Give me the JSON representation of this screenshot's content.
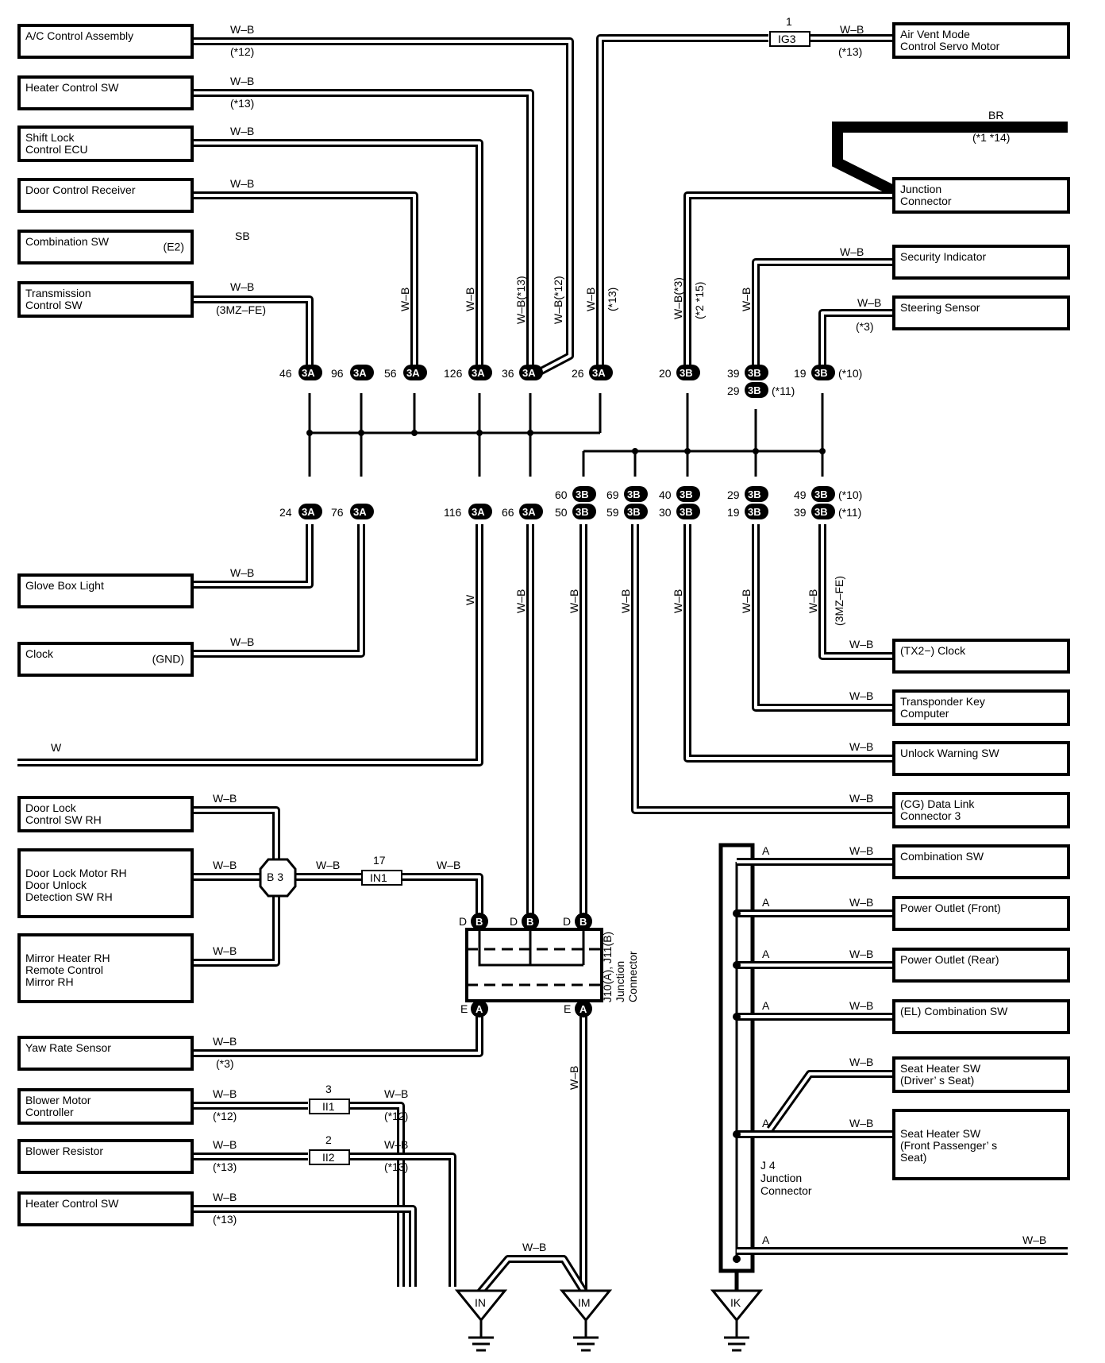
{
  "components_left": [
    {
      "id": "ac",
      "lines": [
        "A/C Control Assembly"
      ],
      "note": ""
    },
    {
      "id": "heater1",
      "lines": [
        "Heater Control SW"
      ],
      "note": ""
    },
    {
      "id": "shift",
      "lines": [
        "Shift Lock",
        "Control ECU"
      ],
      "note": ""
    },
    {
      "id": "door_rcv",
      "lines": [
        "Door Control Receiver"
      ],
      "note": ""
    },
    {
      "id": "comb_sw",
      "lines": [
        "Combination SW"
      ],
      "note": "(E2)"
    },
    {
      "id": "trans",
      "lines": [
        "Transmission",
        "Control SW"
      ],
      "note": ""
    },
    {
      "id": "glove",
      "lines": [
        "Glove Box Light"
      ],
      "note": ""
    },
    {
      "id": "clock_l",
      "lines": [
        "Clock"
      ],
      "note": "(GND)"
    },
    {
      "id": "dl_sw",
      "lines": [
        "Door Lock",
        "Control SW RH"
      ],
      "note": ""
    },
    {
      "id": "dl_motor",
      "lines": [
        "Door Lock Motor RH",
        "Door Unlock",
        "Detection SW RH"
      ],
      "note": ""
    },
    {
      "id": "mirror",
      "lines": [
        "Mirror Heater RH",
        "Remote Control",
        "Mirror RH"
      ],
      "note": ""
    },
    {
      "id": "yaw",
      "lines": [
        "Yaw Rate Sensor"
      ],
      "note": ""
    },
    {
      "id": "blower_mc",
      "lines": [
        "Blower Motor",
        "Controller"
      ],
      "note": ""
    },
    {
      "id": "blower_res",
      "lines": [
        "Blower Resistor"
      ],
      "note": ""
    },
    {
      "id": "heater2",
      "lines": [
        "Heater Control SW"
      ],
      "note": ""
    }
  ],
  "components_right": [
    {
      "id": "airvent",
      "lines": [
        "Air Vent Mode",
        "Control Servo Motor"
      ]
    },
    {
      "id": "jconn",
      "lines": [
        "Junction",
        "Connector"
      ]
    },
    {
      "id": "security",
      "lines": [
        "Security Indicator"
      ]
    },
    {
      "id": "steering",
      "lines": [
        "Steering Sensor"
      ]
    },
    {
      "id": "clock_r",
      "lines": [
        "(TX2−)          Clock"
      ]
    },
    {
      "id": "transponder",
      "lines": [
        "Transponder Key",
        "Computer"
      ]
    },
    {
      "id": "unlock",
      "lines": [
        "Unlock Warning SW"
      ]
    },
    {
      "id": "dlc",
      "lines": [
        "(CG)               Data Link",
        "                       Connector 3"
      ]
    },
    {
      "id": "comb_r",
      "lines": [
        "Combination SW"
      ]
    },
    {
      "id": "pof",
      "lines": [
        "Power Outlet (Front)"
      ]
    },
    {
      "id": "por",
      "lines": [
        "Power Outlet (Rear)"
      ]
    },
    {
      "id": "comb_el",
      "lines": [
        "(EL)          Combination SW"
      ]
    },
    {
      "id": "seat_d",
      "lines": [
        "Seat Heater SW",
        "(Driver’ s Seat)"
      ]
    },
    {
      "id": "seat_p",
      "lines": [
        "Seat Heater SW",
        "(Front Passenger’ s",
        "Seat)"
      ]
    }
  ],
  "wire_labels": {
    "wb": "W–B",
    "w": "W",
    "sb": "SB",
    "br": "BR",
    "n12": "(*12)",
    "n13": "(*13)",
    "n3": "(*3)",
    "n10": "(*10)",
    "n11": "(*11)",
    "n114": "(*1 *14)",
    "n215": "(*2 *15)",
    "n3mz": "(3MZ–FE)",
    "wb13": "W–B(*13)",
    "wb12": "W–B(*12)",
    "wb3": "W–B(*3)",
    "n13v": "(*13)",
    "a": "A",
    "d": "D",
    "e": "E",
    "b": "B",
    "aa": "A"
  },
  "connectors": {
    "ig3": "IG3",
    "ig3_pin": "1",
    "in1": "IN1",
    "in1_pin": "17",
    "ii1": "II1",
    "ii1_pin": "3",
    "ii2": "II2",
    "ii2_pin": "2",
    "b3": "B 3",
    "j10": "J10(A), J11(B)",
    "j10b": "Junction",
    "j10c": "Connector",
    "j4a": "J 4",
    "j4b": "Junction",
    "j4c": "Connector",
    "gnd_in": "IN",
    "gnd_im": "IM",
    "gnd_ik": "IK"
  },
  "pins_top": [
    {
      "num": "46",
      "code": "3A"
    },
    {
      "num": "96",
      "code": "3A"
    },
    {
      "num": "56",
      "code": "3A"
    },
    {
      "num": "126",
      "code": "3A"
    },
    {
      "num": "36",
      "code": "3A"
    },
    {
      "num": "26",
      "code": "3A"
    },
    {
      "num": "20",
      "code": "3B"
    },
    {
      "num": "39",
      "code": "3B"
    },
    {
      "num": "19",
      "code": "3B"
    },
    {
      "num": "29",
      "code": "3B"
    }
  ],
  "pins_mid": [
    {
      "num": "24",
      "code": "3A"
    },
    {
      "num": "76",
      "code": "3A"
    },
    {
      "num": "116",
      "code": "3A"
    },
    {
      "num": "66",
      "code": "3A"
    },
    {
      "num": "60",
      "code": "3B"
    },
    {
      "num": "50",
      "code": "3B"
    },
    {
      "num": "69",
      "code": "3B"
    },
    {
      "num": "59",
      "code": "3B"
    },
    {
      "num": "40",
      "code": "3B"
    },
    {
      "num": "30",
      "code": "3B"
    },
    {
      "num": "29",
      "code": "3B"
    },
    {
      "num": "19",
      "code": "3B"
    },
    {
      "num": "49",
      "code": "3B"
    },
    {
      "num": "39",
      "code": "3B"
    }
  ]
}
